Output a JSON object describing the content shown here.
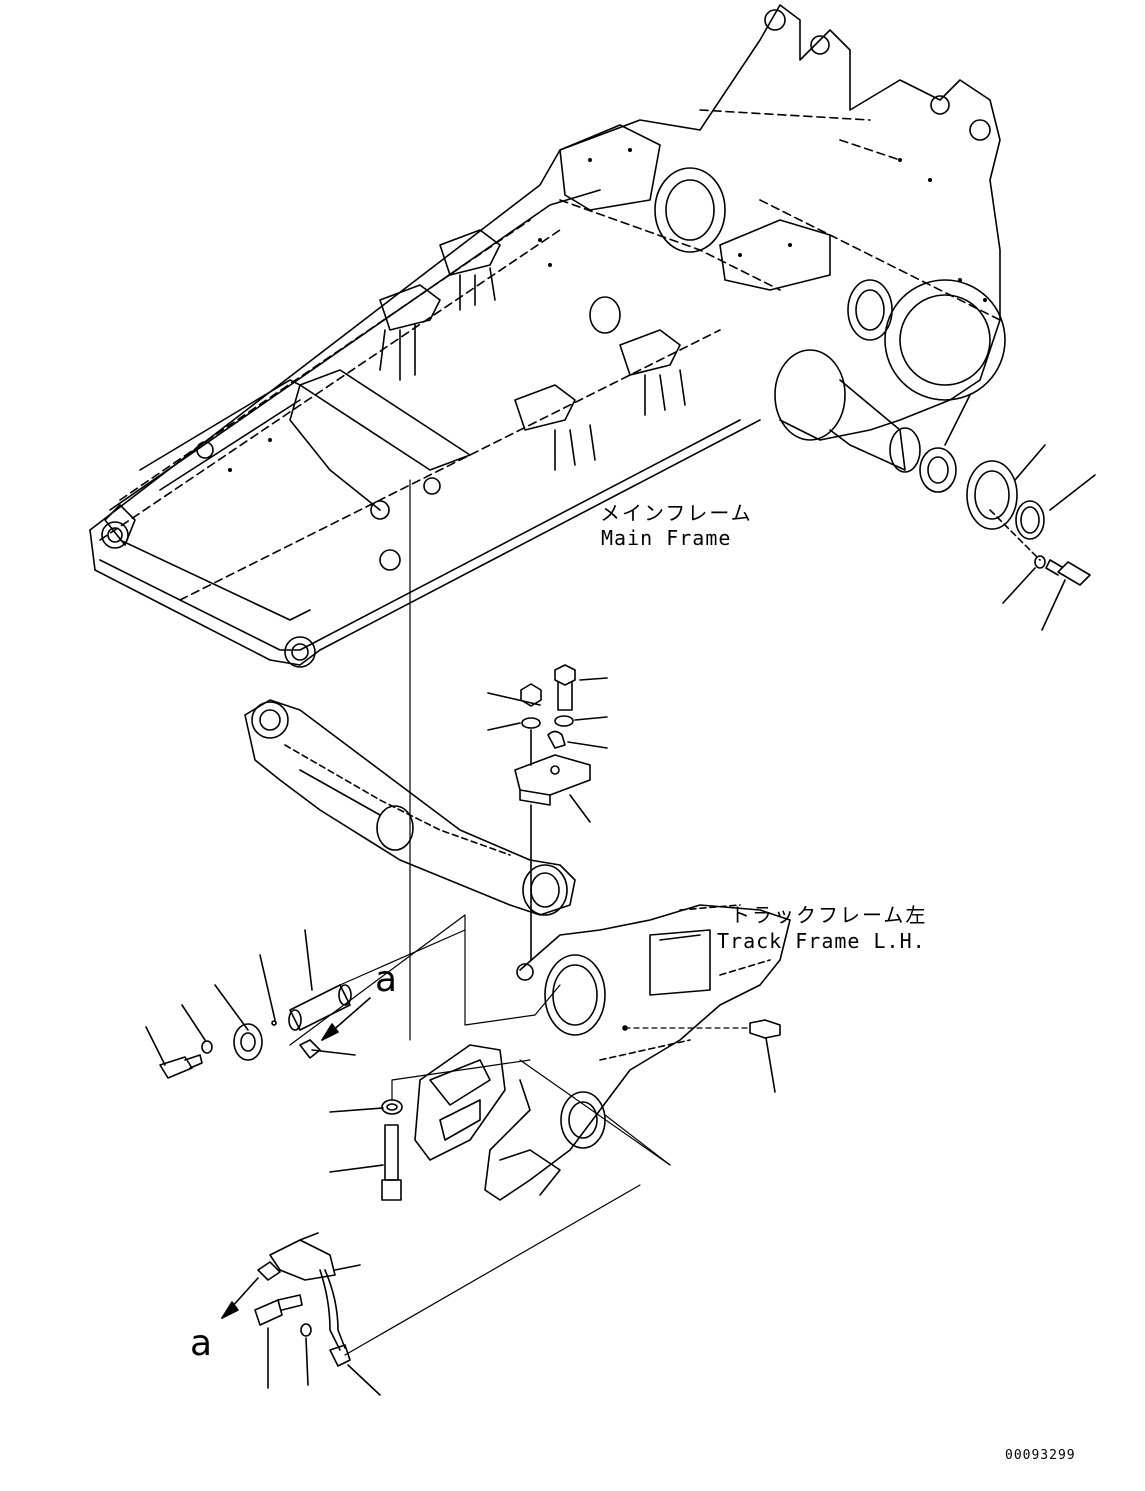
{
  "diagram": {
    "labels": {
      "main_frame_jp": "メインフレーム",
      "main_frame_en": "Main Frame",
      "track_frame_jp": "トラックフレーム左",
      "track_frame_en": "Track Frame L.H.",
      "ref_a_upper": "a",
      "ref_a_lower": "a",
      "document_number": "00093299"
    },
    "line_color": "#000000",
    "background_color": "#ffffff"
  }
}
